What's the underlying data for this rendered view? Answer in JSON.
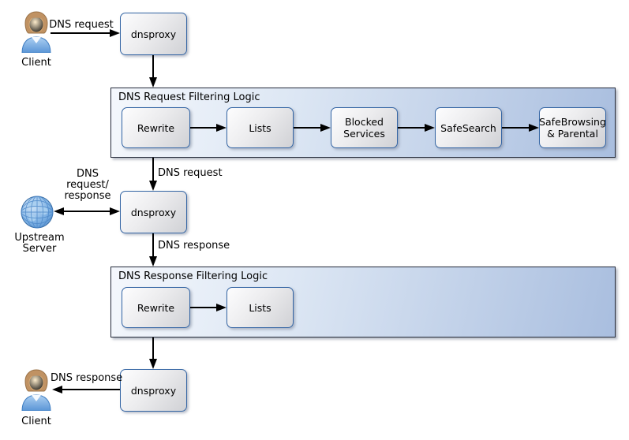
{
  "diagram": {
    "actors": {
      "client_top": {
        "label": "Client",
        "icon": "person-icon"
      },
      "upstream_server": {
        "label": "Upstream Server",
        "icon": "globe-icon"
      },
      "client_bottom": {
        "label": "Client",
        "icon": "person-icon"
      }
    },
    "proxies": {
      "top": {
        "label": "dnsproxy"
      },
      "middle": {
        "label": "dnsproxy"
      },
      "bottom": {
        "label": "dnsproxy"
      }
    },
    "request_filter": {
      "title": "DNS Request Filtering Logic",
      "steps": [
        "Rewrite",
        "Lists",
        "Blocked Services",
        "SafeSearch",
        "SafeBrowsing & Parental"
      ]
    },
    "response_filter": {
      "title": "DNS Response Filtering Logic",
      "steps": [
        "Rewrite",
        "Lists"
      ]
    },
    "edges": {
      "client_to_proxy": "DNS request",
      "filter_to_proxy": "DNS request",
      "proxy_upstream": "DNS request/ response",
      "proxy_to_filter": "DNS response",
      "proxy_to_client": "DNS response"
    }
  },
  "colors": {
    "node_border": "#3465a4",
    "node_fill_light": "#fdfdfe",
    "node_fill_dark": "#d0d1d5",
    "group_border": "#252b3b",
    "group_fill_light": "#f4f7fc",
    "group_fill_dark": "#a9bedf",
    "arrow": "#000000",
    "text": "#000000",
    "background": "#ffffff"
  }
}
